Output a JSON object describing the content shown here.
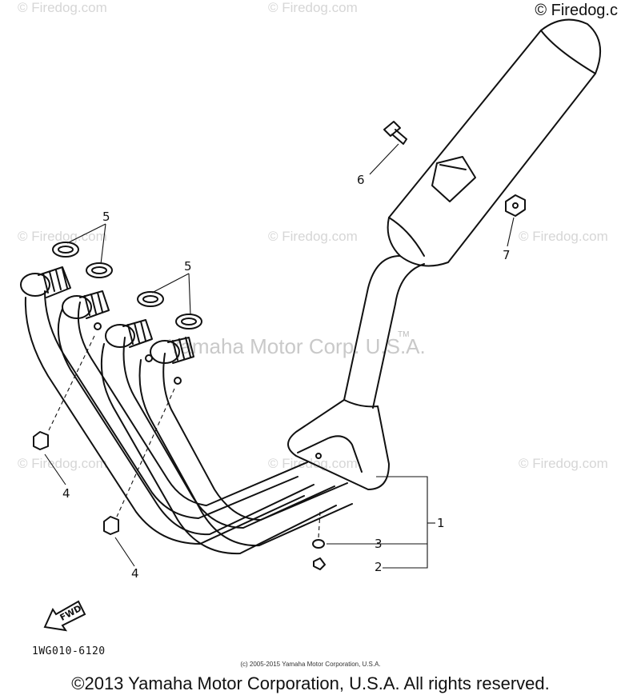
{
  "watermarks": {
    "text": "© Firedog.com",
    "corner": "© Firedog.c",
    "center": "Yamaha Motor Corp. U.S.A.",
    "tm": "TM"
  },
  "callouts": {
    "c1": "1",
    "c2": "2",
    "c3": "3",
    "c4a": "4",
    "c4b": "4",
    "c5a": "5",
    "c5b": "5",
    "c6": "6",
    "c7": "7"
  },
  "fwd_label": "FWD",
  "part_code": "1WG010-6120",
  "small_copyright": "(c) 2005-2015 Yamaha Motor Corporation, U.S.A.",
  "copyright": "©2013 Yamaha Motor Corporation, U.S.A. All rights reserved."
}
